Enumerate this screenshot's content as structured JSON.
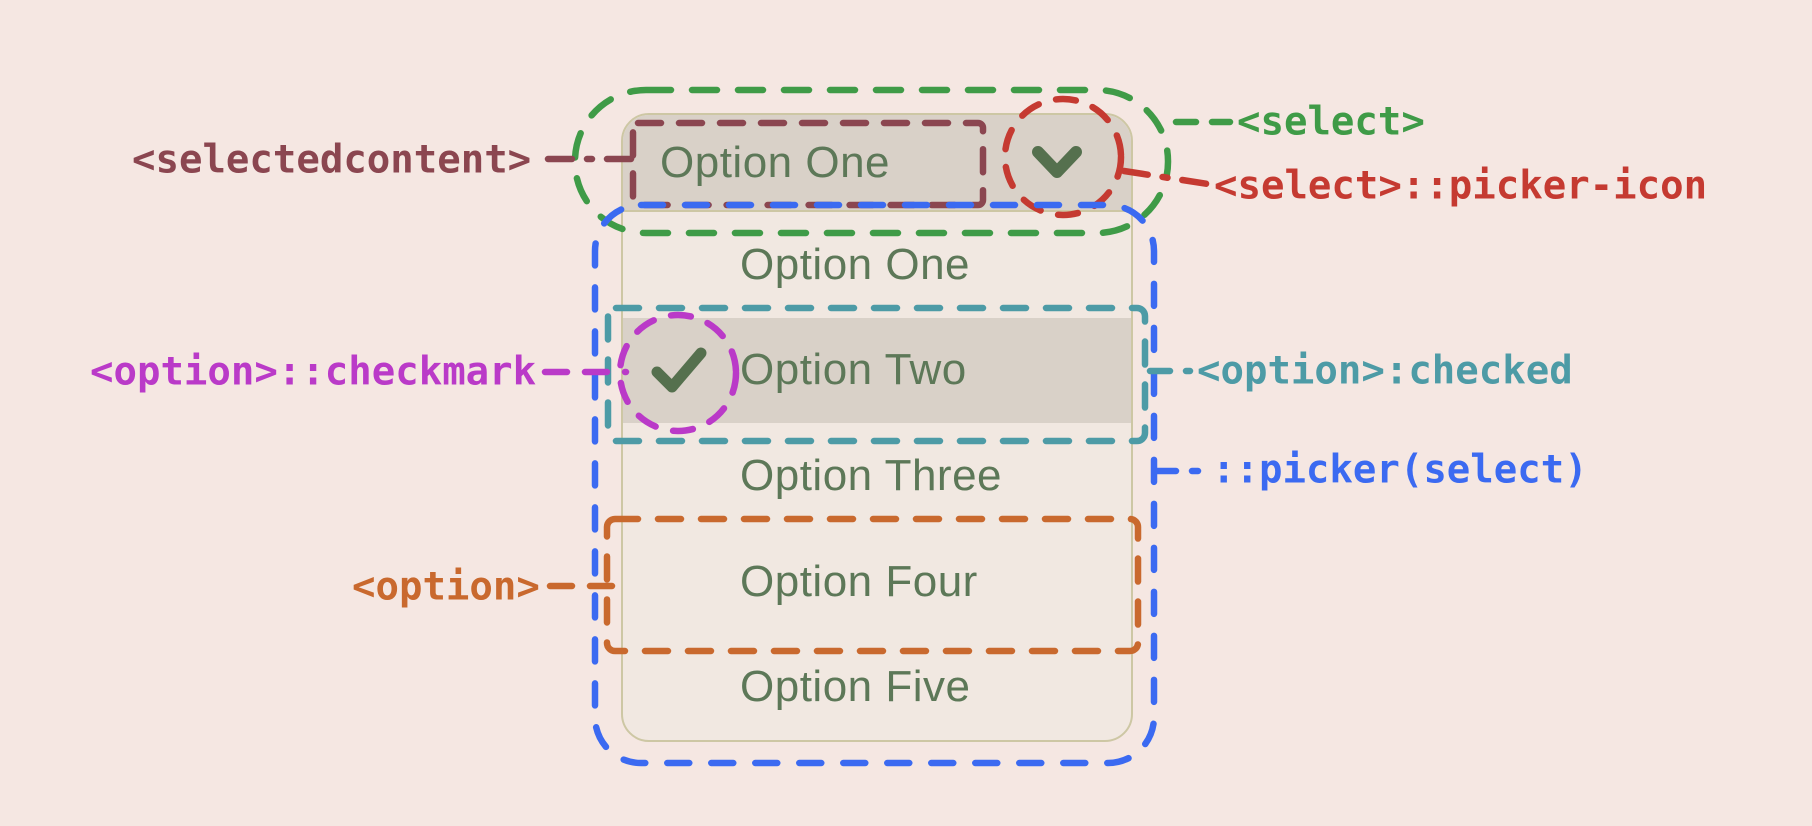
{
  "select": {
    "value": "Option One",
    "options": [
      {
        "label": "Option One",
        "checked": false
      },
      {
        "label": "Option Two",
        "checked": true
      },
      {
        "label": "Option Three",
        "checked": false
      },
      {
        "label": "Option Four",
        "checked": false
      },
      {
        "label": "Option Five",
        "checked": false
      }
    ]
  },
  "annotations": {
    "select": {
      "label": "<select>",
      "color": "#3f9b47"
    },
    "selectedcontent": {
      "label": "<selectedcontent>",
      "color": "#8b4650"
    },
    "picker_icon": {
      "label": "<select>::picker-icon",
      "color": "#c53a31"
    },
    "checkmark": {
      "label": "<option>::checkmark",
      "color": "#ba3ac8"
    },
    "checked": {
      "label": "<option>:checked",
      "color": "#4d9ba6"
    },
    "picker": {
      "label": "::picker(select)",
      "color": "#3b6af1"
    },
    "option": {
      "label": "<option>",
      "color": "#c9692e"
    }
  },
  "icons": {
    "picker_icon": "chevron-down-icon",
    "checkmark": "check-icon"
  },
  "colors": {
    "page_bg": "#f5e7e2",
    "control_bg": "#d9d1c8",
    "picker_bg": "#f1e8e1",
    "border": "#cdc7a4",
    "text": "#5d7858",
    "glyph": "#55704e"
  }
}
